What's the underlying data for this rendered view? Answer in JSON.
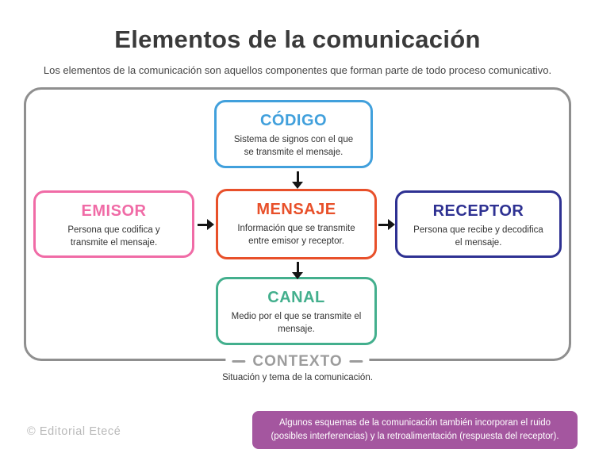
{
  "page": {
    "title": "Elementos de la comunicación",
    "subtitle": "Los elementos de la comunicación son aquellos componentes que forman parte de todo proceso comunicativo."
  },
  "diagram": {
    "nodes": {
      "codigo": {
        "label": "CÓDIGO",
        "description": "Sistema de signos con el que se transmite el mensaje.",
        "color": "#41a0dc"
      },
      "emisor": {
        "label": "EMISOR",
        "description": "Persona que codifica y transmite el mensaje.",
        "color": "#f06ba6"
      },
      "mensaje": {
        "label": "MENSAJE",
        "description": "Información que se transmite entre emisor y receptor.",
        "color": "#e8502a"
      },
      "receptor": {
        "label": "RECEPTOR",
        "description": "Persona que recibe y decodifica el mensaje.",
        "color": "#2e3192"
      },
      "canal": {
        "label": "CANAL",
        "description": "Medio por el que se transmite el mensaje.",
        "color": "#43af8d"
      },
      "contexto": {
        "label": "CONTEXTO",
        "description": "Situación y tema de la comunicación.",
        "color": "#9c9c9c"
      }
    }
  },
  "footer": {
    "note": "Algunos esquemas de la comunicación también incorporan el ruido (posibles interferencias) y la retroalimentación (respuesta del receptor).",
    "note_bg": "#a4569f",
    "copyright": "© Editorial Etecé"
  }
}
